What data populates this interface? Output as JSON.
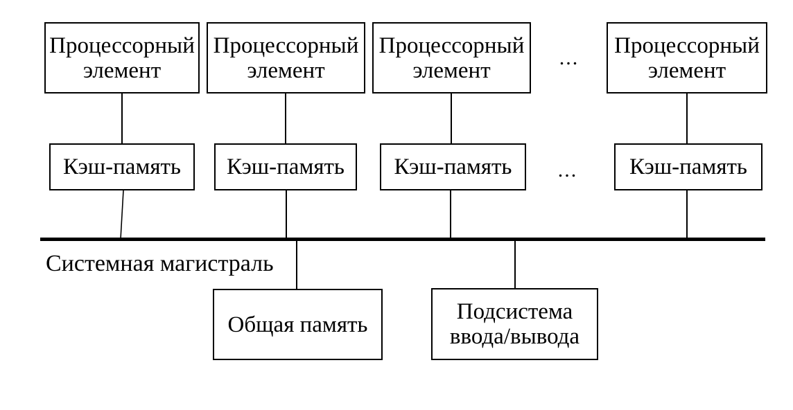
{
  "diagram": {
    "title_semantic": "Shared-memory multiprocessor architecture diagram",
    "colors": {
      "background": "#ffffff",
      "line": "#000000",
      "text": "#000000"
    },
    "processor_elements": [
      {
        "line1": "Процессорный",
        "line2": "элемент"
      },
      {
        "line1": "Процессорный",
        "line2": "элемент"
      },
      {
        "line1": "Процессорный",
        "line2": "элемент"
      },
      {
        "line1": "Процессорный",
        "line2": "элемент"
      }
    ],
    "cache_labels": [
      "Кэш-память",
      "Кэш-память",
      "Кэш-память",
      "Кэш-память"
    ],
    "ellipsis_processors": "...",
    "ellipsis_caches": "...",
    "bus_label": "Системная магистраль",
    "shared_memory_label": "Общая память",
    "io_subsystem": {
      "line1": "Подсистема",
      "line2": "ввода/вывода"
    }
  }
}
